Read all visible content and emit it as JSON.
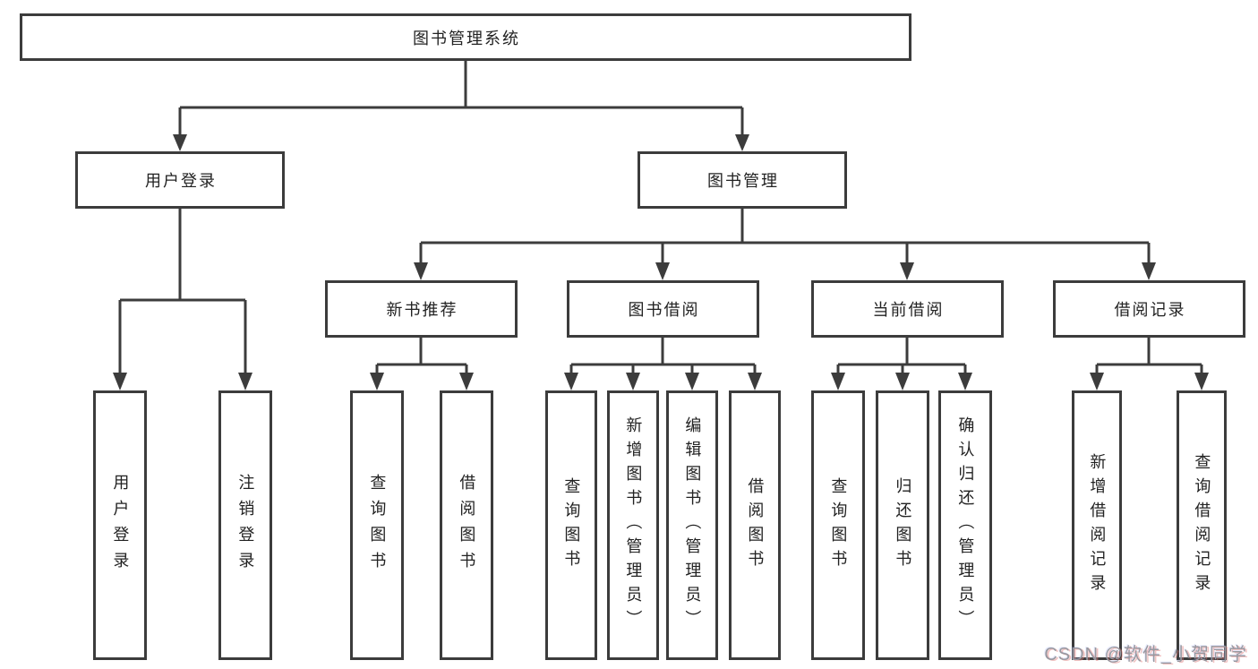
{
  "diagram": {
    "title_node": {
      "label": "图书管理系统"
    },
    "level1": [
      {
        "id": "user-login",
        "label": "用户登录"
      },
      {
        "id": "book-management",
        "label": "图书管理"
      }
    ],
    "level2": [
      {
        "id": "new-book-recommendation",
        "label": "新书推荐",
        "parent": "图书管理"
      },
      {
        "id": "book-borrowing",
        "label": "图书借阅",
        "parent": "图书管理"
      },
      {
        "id": "current-borrowing",
        "label": "当前借阅",
        "parent": "图书管理"
      },
      {
        "id": "borrowing-records",
        "label": "借阅记录",
        "parent": "图书管理"
      }
    ],
    "leaves": [
      {
        "id": "user-login-leaf",
        "label": "用户登录",
        "parent": "用户登录"
      },
      {
        "id": "logout",
        "label": "注销登录",
        "parent": "用户登录"
      },
      {
        "id": "query-books-recommend",
        "label": "查询图书",
        "parent": "新书推荐"
      },
      {
        "id": "borrow-books-recommend",
        "label": "借阅图书",
        "parent": "新书推荐"
      },
      {
        "id": "query-books-borrowing",
        "label": "查询图书",
        "parent": "图书借阅"
      },
      {
        "id": "add-book-admin",
        "label": "新增图书（管理员）",
        "parent": "图书借阅"
      },
      {
        "id": "edit-book-admin",
        "label": "编辑图书（管理员）",
        "parent": "图书借阅"
      },
      {
        "id": "borrow-books-borrowing",
        "label": "借阅图书",
        "parent": "图书借阅"
      },
      {
        "id": "query-books-current",
        "label": "查询图书",
        "parent": "当前借阅"
      },
      {
        "id": "return-book",
        "label": "归还图书",
        "parent": "当前借阅"
      },
      {
        "id": "confirm-return-admin",
        "label": "确认归还（管理员）",
        "parent": "当前借阅"
      },
      {
        "id": "add-borrow-record",
        "label": "新增借阅记录",
        "parent": "借阅记录"
      },
      {
        "id": "query-borrow-record",
        "label": "查询借阅记录",
        "parent": "借阅记录"
      }
    ]
  },
  "watermark": {
    "text": "CSDN @软件_小贺同学"
  },
  "colors": {
    "line": "#3c3c3c",
    "box_border": "#3c3c3c",
    "text": "#222222",
    "watermark": "#98989f",
    "background": "#ffffff"
  }
}
